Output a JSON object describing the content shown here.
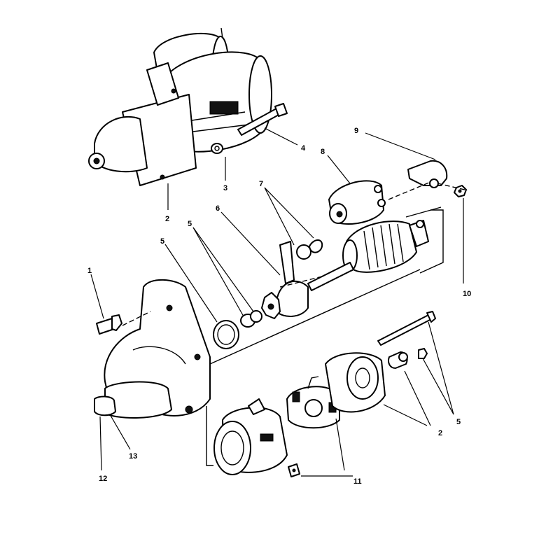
{
  "callouts": {
    "c1": "1",
    "c2a": "2",
    "c2b": "2",
    "c3": "3",
    "c4": "4",
    "c5a": "5",
    "c5b": "5",
    "c5c": "5",
    "c6": "6",
    "c7": "7",
    "c8": "8",
    "c9": "9",
    "c10": "10",
    "c11": "11",
    "c12": "12",
    "c13": "13"
  }
}
